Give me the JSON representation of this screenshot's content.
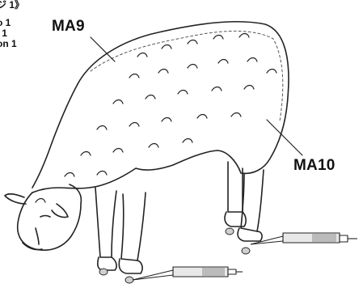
{
  "corner_lines": [
    "ジ 1》",
    "o 1",
    "' 1",
    "on 1",
    ""
  ],
  "labels": {
    "ma9": "MA9",
    "ma10": "MA10"
  },
  "colors": {
    "ink": "#111111",
    "line": "#222222",
    "dash": "#555555",
    "syringe_fill": "#e8e8e8",
    "drop": "#cfcfcf"
  },
  "icons": {
    "subject": "sheep-grazing-illustration",
    "tools": "syringe-icon"
  }
}
